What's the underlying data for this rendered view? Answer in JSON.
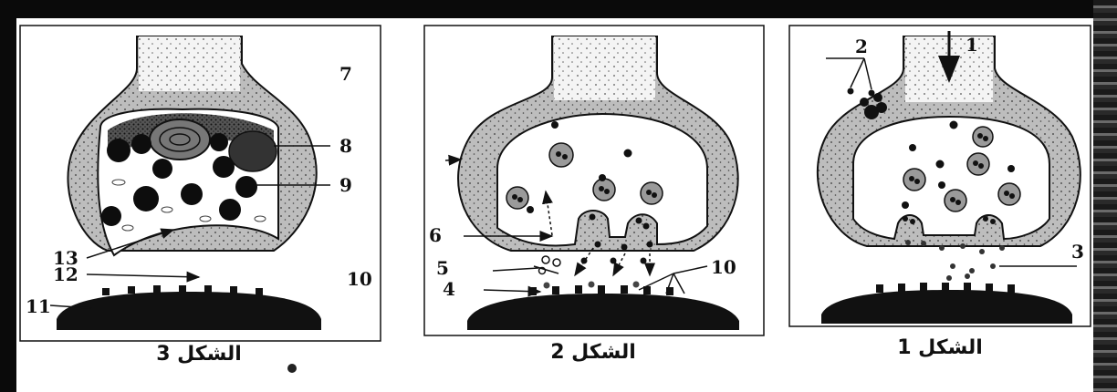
{
  "figures": [
    {
      "id": "fig3",
      "caption": "الشكل 3",
      "labels": [
        "7",
        "8",
        "9",
        "10",
        "11",
        "12",
        "13"
      ]
    },
    {
      "id": "fig2",
      "caption": "الشكل 2",
      "labels": [
        "4",
        "5",
        "6",
        "10"
      ]
    },
    {
      "id": "fig1",
      "caption": "الشكل 1",
      "labels": [
        "1",
        "2",
        "3"
      ]
    }
  ],
  "colors": {
    "ink": "#111111",
    "membrane_fill": "#b9b9b9",
    "dark_organelle": "#0d0d0d",
    "frame": "#0a0a0a"
  }
}
